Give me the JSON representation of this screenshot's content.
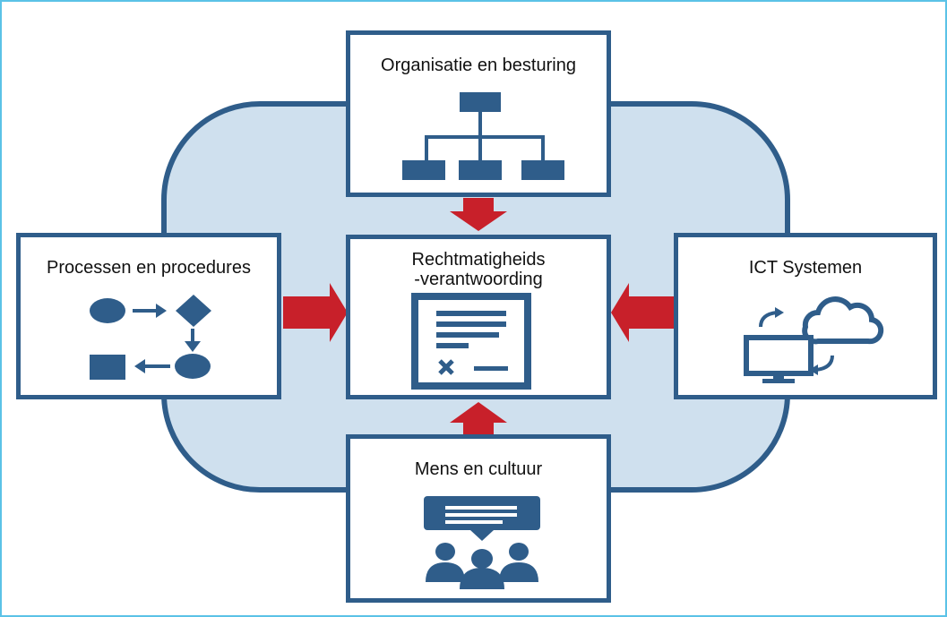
{
  "diagram": {
    "boxes": {
      "top": {
        "label": "Organisatie en besturing",
        "icon": "org-chart-icon"
      },
      "left": {
        "label": "Processen en procedures",
        "icon": "process-flow-icon"
      },
      "center": {
        "label_line1": "Rechtmatigheids",
        "label_line2": "-verantwoording",
        "icon": "document-form-icon"
      },
      "right": {
        "label": "ICT Systemen",
        "icon": "cloud-computer-icon"
      },
      "bottom": {
        "label": "Mens en cultuur",
        "icon": "people-speech-icon"
      }
    },
    "colors": {
      "navy": "#2f5d8a",
      "light_blue": "#cfe0ee",
      "arrow_red": "#c8202a",
      "frame_cyan": "#5bc2e7"
    }
  }
}
